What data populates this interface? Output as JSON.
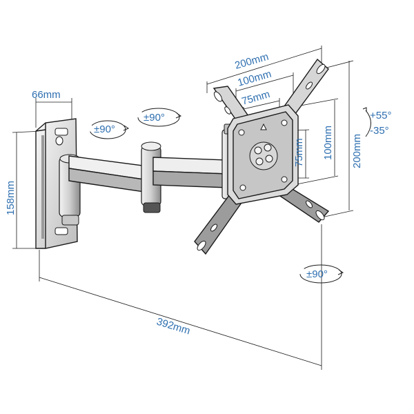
{
  "dimensions": {
    "wall_plate_width": "66mm",
    "wall_plate_height": "158mm",
    "total_extension": "392mm",
    "vesa_outer_width": "200mm",
    "vesa_mid_width": "100mm",
    "vesa_inner_width": "75mm",
    "vesa_inner_height": "75mm",
    "vesa_mid_height": "100mm",
    "vesa_outer_height": "200mm"
  },
  "rotations": {
    "swivel_wall": "±90°",
    "swivel_arm": "±90°",
    "swivel_head": "±90°",
    "tilt_up": "+55°",
    "tilt_down": "-35°"
  },
  "colors": {
    "label_text": "#2e6fb0",
    "line": "#1a1a1a",
    "metal_light": "#eeeeee",
    "metal_dark": "#8a8a8a"
  }
}
